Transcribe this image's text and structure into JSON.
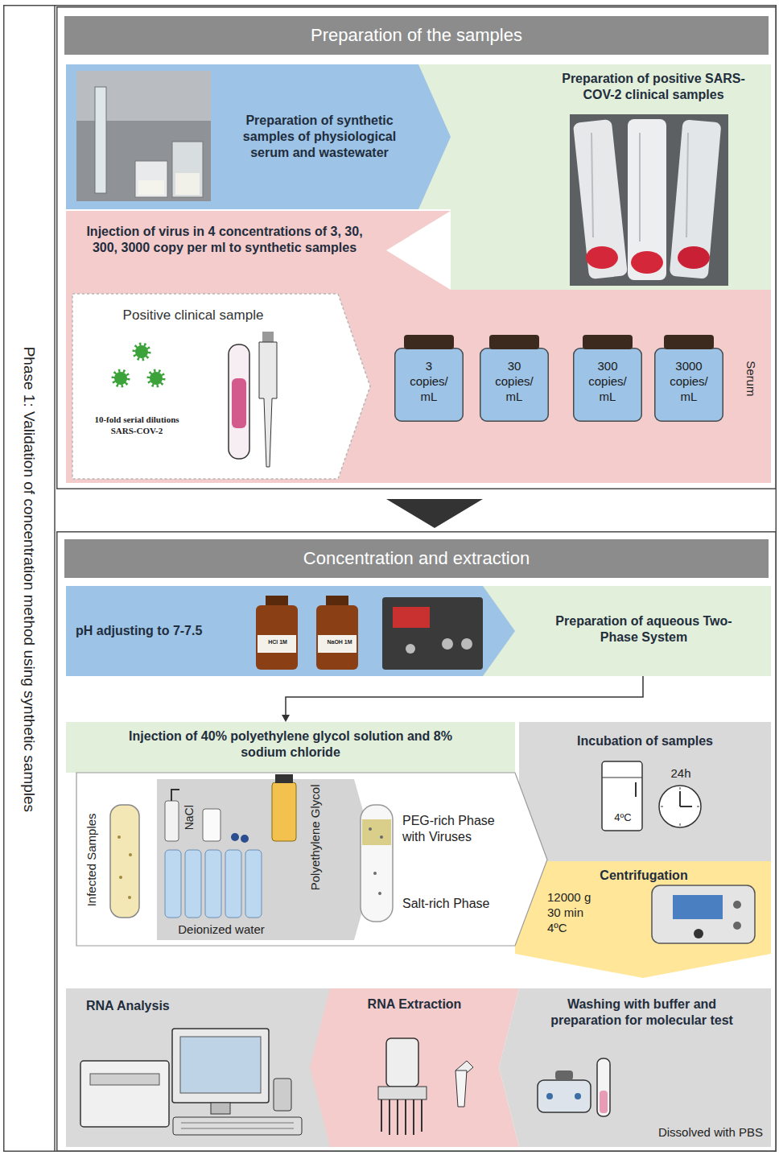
{
  "diagram": {
    "nodes": [
      {
        "text": [
          "Phase 1: Validation of concentration method using synthetic samples"
        ]
      },
      {
        "text": [
          "Preparation of the samples"
        ],
        "in": 0
      },
      {
        "text": [
          "Preparation of synthetic samples of physiological serum and wastewater"
        ],
        "in": 1
      },
      {
        "text": [
          "Preparation of positive SARS-COV-2 clinical samples"
        ],
        "in": 1
      },
      {
        "text": [
          "Injection of virus in 4 concentrations of 3, 30, 300, 3000 copy per ml to synthetic samples"
        ],
        "in": 1
      },
      {
        "text": [
          "Positive clinical sample",
          "10-fold serial dilutions SARS-COV-2"
        ],
        "in": 4
      },
      {
        "text": [
          "3 copies/ mL"
        ],
        "in": 4
      },
      {
        "text": [
          "30 copies/ mL"
        ],
        "in": 4
      },
      {
        "text": [
          "300 copies/ mL"
        ],
        "in": 4
      },
      {
        "text": [
          "3000 copies/ mL"
        ],
        "in": 4
      },
      {
        "text": [
          "Concentration and extraction"
        ],
        "in": 0
      },
      {
        "text": [
          "pH adjusting to 7-7.5"
        ],
        "in": 10
      },
      {
        "text": [
          "Preparation of aqueous Two-Phase System"
        ],
        "in": 10
      },
      {
        "text": [
          "Injection of 40% polyethylene glycol solution and 8% sodium chloride"
        ],
        "in": 10
      },
      {
        "text": [
          "Incubation of samples"
        ],
        "in": 10
      },
      {
        "text": [
          "Centrifugation",
          "12000 g",
          "30 min",
          "4ºC"
        ],
        "in": 10
      },
      {
        "text": [
          "RNA Analysis"
        ],
        "in": 10
      },
      {
        "text": [
          "RNA Extraction"
        ],
        "in": 10
      },
      {
        "text": [
          "Washing with buffer and preparation for molecular test",
          "Dissolved with PBS"
        ],
        "in": 10
      }
    ],
    "edges": [
      {
        "from": 1,
        "to": 10,
        "arrow": "to"
      },
      {
        "from": 12,
        "to": 13,
        "arrow": "to"
      }
    ],
    "labels": [
      "HCl 1M",
      "NaOH 1M",
      "Serum",
      "Infected Samples",
      "NaCl",
      "Polyethylene Glycol",
      "Deionized water",
      "PEG-rich Phase with Viruses",
      "Salt-rich Phase",
      "24h",
      "4ºC"
    ]
  }
}
